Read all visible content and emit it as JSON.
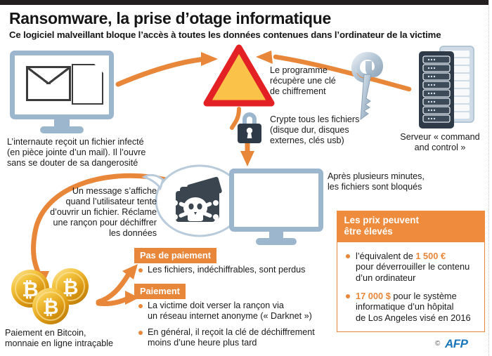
{
  "header": {
    "title": "Ransomware, la prise d’otage informatique",
    "subtitle": "Ce logiciel malveillant bloque l’accès à toutes les données contenues dans l’ordinateur de la victime"
  },
  "steps": {
    "infected_file": "L’internaute reçoit un fichier infecté\n(en pièce jointe d’un mail). Il l’ouvre\nsans se douter de sa dangerosité",
    "key_retrieval": "Le programme\nrécupère une clé\nde chiffrement",
    "encrypt_files": "Crypte tous les fichiers\n(disque dur, disques\nexternes, clés usb)",
    "server_label": "Serveur « command\nand control »",
    "message_displayed": "Un message s’affiche\nquand l’utilisateur tente\nd’ouvrir un fichier. Réclame\nune rançon pour déchiffrer\nles données",
    "files_blocked": "Après plusieurs minutes,\nles fichiers sont bloqués",
    "bitcoin_label": "Paiement en Bitcoin,\nmonnaie en ligne intraçable"
  },
  "outcomes": {
    "no_payment": {
      "title": "Pas de paiement",
      "items": [
        "Les fichiers, indéchiffrables, sont perdus"
      ]
    },
    "payment": {
      "title": "Paiement",
      "items": [
        "La victime doit verser la rançon via\nun réseau internet anonyme (« Darknet »)",
        "En général, il reçoit la clé de déchiffrement\nmoins d’une heure plus tard"
      ]
    }
  },
  "price_panel": {
    "title": "Les prix peuvent\nêtre élevés",
    "items": [
      {
        "pre": "l’équivalent de ",
        "amount": "1 500 €",
        "post": "\npour déverrouiller le contenu\nd’un ordinateur"
      },
      {
        "pre": "",
        "amount": "17 000 $",
        "post": " pour le système\ninformatique d’un hôpital\nde Los Angeles visé en 2016"
      }
    ]
  },
  "credit": {
    "copyright": "©",
    "agency": "AFP"
  },
  "icons": {
    "warning": "warning-triangle-icon",
    "key": "at-key-icon",
    "lock": "padlock-icon",
    "server": "server-rack-icon",
    "skull": "skull-crossbones-icon",
    "stop": "no-entry-icon",
    "bitcoin": "bitcoin-coin-icon",
    "envelope": "envelope-icon",
    "document": "document-icon",
    "paperclip": "paperclip-icon"
  },
  "colors": {
    "orange": "#e8863a",
    "orange_light": "#ef8b3c",
    "red": "#e32124",
    "yellow": "#fbc24a",
    "blue_gray": "#9cb6cd",
    "navy": "#2e3a47",
    "gold": "#e8a317",
    "afp_blue": "#1b75bb",
    "black": "#231f20"
  }
}
